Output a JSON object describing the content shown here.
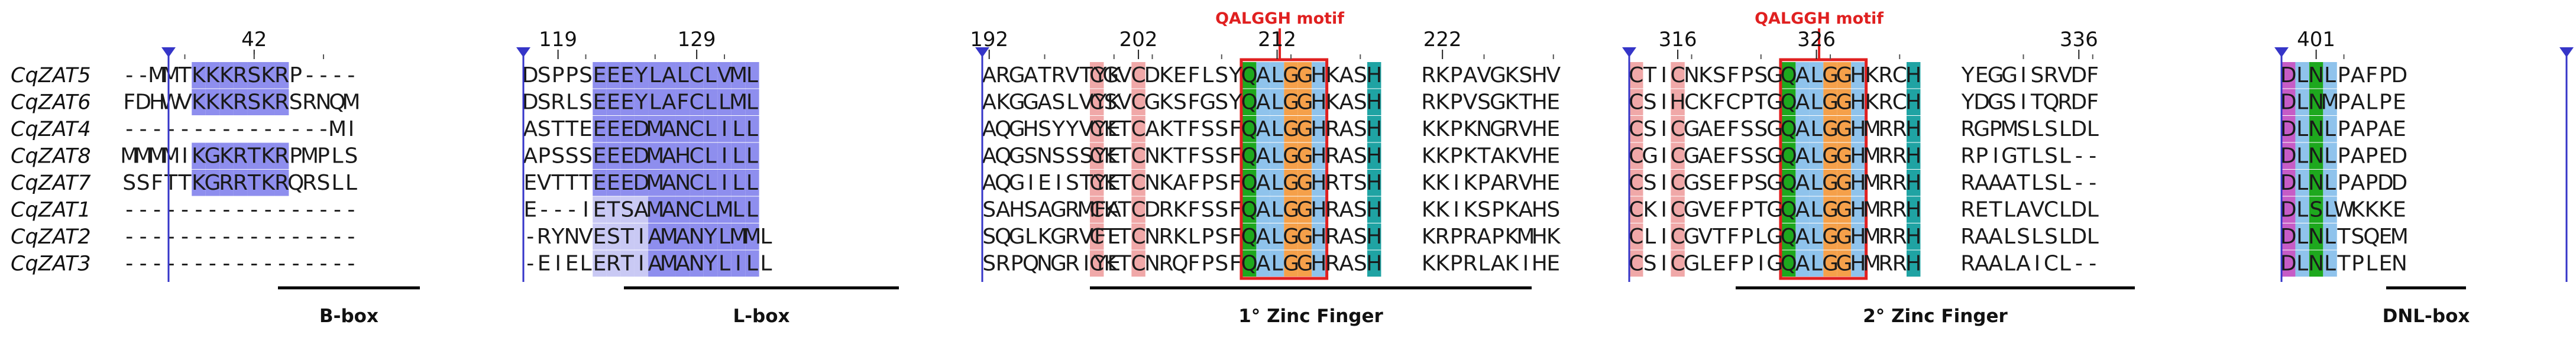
{
  "figure": {
    "row_labels": [
      "CqZAT5",
      "CqZAT6",
      "CqZAT4",
      "CqZAT8",
      "CqZAT7",
      "CqZAT1",
      "CqZAT2",
      "CqZAT3"
    ],
    "blocks": [
      {
        "tick": "42",
        "rows": [
          "--MMTKKKRSKRP----",
          "FDHWVKKKRSKRSRNQM",
          "---------------MI",
          "MMMMIKGKRTKRPMPLS",
          "SSFTTKGRRTKRQRSLL",
          "-----------------",
          "-----------------",
          "-----------------"
        ]
      },
      {
        "tick": "119",
        "second_tick": "129",
        "rows": [
          "DSPPSEEEYLALCLVML",
          "DSRLSEEEYLAFCLLML",
          "ASTTEEEEDMANCLILL",
          "APSSSEEEDMAHCLILL",
          "EVTTTEEEDMANCLILL",
          "E---IETSAMANCLMLL",
          "-RYNVESTIAMANYLMML",
          "-EIELERTIAMANYLILL"
        ]
      },
      {
        "tick": "192",
        "rows": [
          "ARGATRVTYK",
          "AKGGASLVYK",
          "AQGHSYYVYE",
          "AQGSNSSSYE",
          "AQGIEISTYE",
          "SAHSAGRMFA",
          "SQGLKGRVFE",
          "SRPQNGRIYE"
        ]
      },
      {
        "tick": "202",
        "second_tick": "212",
        "motif_label": "QALGGH motif",
        "rows": [
          "CGVCDKEFLSYQALGGHKASH",
          "CSVCGKSFGSYQALGGHKASH",
          "CKTCAKTFSSFQALGGHRASH",
          "CKTCNKTFSSFQALGGHRASH",
          "CKTCNKAFPSFQALGGHRTSH",
          "CKTCDRKFSSFQALGGHRASH",
          "CTTCNRKLPSFQALGGHRASH",
          "CKTCNRQFPSFQALGGHRASH"
        ]
      },
      {
        "tick": "222",
        "rows": [
          "RKPAVGKSHV",
          "RKPVSGKTHE",
          "KKPKNGRVHE",
          "KKPKTAKVHE",
          "KKIKPARVHE",
          "KKIKSPKAHS",
          "KRPRAPKMHK",
          "KKPRLAKIHE"
        ]
      },
      {
        "tick": "316",
        "second_tick": "326",
        "motif_label": "QALGGH motif",
        "rows": [
          "CTICNKSFPSGQALGGHKRCH",
          "CSIHCKFCPTGQALGGHKRCH",
          "CSICGAEFSSGQALGGHMRRH",
          "CGICGAEFSSGQALGGHMRRH",
          "CSICGSEFPSGQALGGHMRRH",
          "CKICGVEFPTGQALGGHMRRH",
          "CLICGVTFPLGQALGGHMRRH",
          "CSICGLEFPIGQALGGHMRRH"
        ]
      },
      {
        "tick": "336",
        "rows": [
          "YEGGISRVDF",
          "YDGSITQRDF",
          "RGPMSLSLDL",
          "RPIGTLSL--",
          "RAAATLSL--",
          "RETLAVCLDL",
          "RAALSLSLDL",
          "RAALAICL--"
        ]
      },
      {
        "tick": "401",
        "rows": [
          "DLNLPAFPD",
          "DLNMPALPE",
          "DLNLPAPAE",
          "DLNLPAPED",
          "DLNLPAPDD",
          "DLSLWKKKE",
          "DLNLTSQEM",
          "DLNLTPLEN"
        ]
      }
    ],
    "region_labels": [
      "B-box",
      "L-box",
      "1° Zinc Finger",
      "2° Zinc Finger",
      "DNL-box"
    ],
    "colors": {
      "blue_dark": "#8e8eee",
      "blue_light": "#c9c9f4",
      "blue_pale": "#e4e4f8",
      "pink": "#f0a8a8",
      "pink_light": "#f6c8c8",
      "green": "#1ea81e",
      "light_blue": "#8fc3ec",
      "orange": "#f5a04a",
      "teal": "#1fa3a3",
      "magenta": "#c65cc6",
      "motif_box": "#e02020",
      "separator": "#3535c8",
      "bar": "#000000"
    }
  }
}
